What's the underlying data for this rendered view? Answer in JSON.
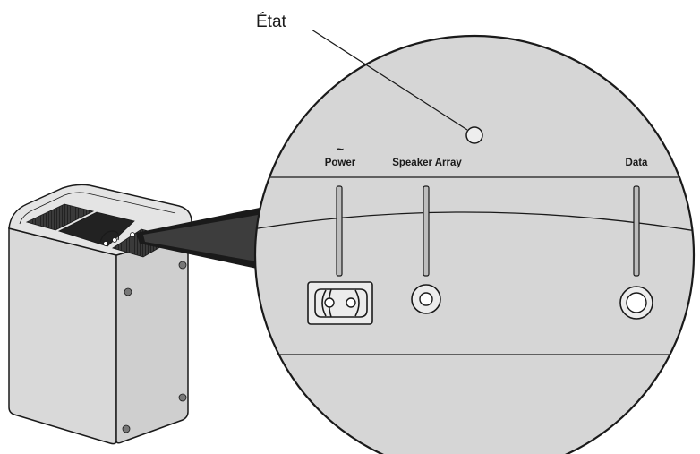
{
  "callout": {
    "label": "État"
  },
  "panel": {
    "ports": [
      {
        "id": "power",
        "symbol": "~",
        "label": "Power",
        "connector": "ac-inlet"
      },
      {
        "id": "speaker-array",
        "label": "Speaker Array",
        "connector": "round-jack"
      },
      {
        "id": "data",
        "label": "Data",
        "connector": "round-jack"
      }
    ]
  },
  "colors": {
    "panel_fill": "#d6d6d6",
    "outline": "#1a1a1a",
    "grille": "#2b2b2b",
    "device_body": "#d9d9d9",
    "background": "#ffffff"
  }
}
